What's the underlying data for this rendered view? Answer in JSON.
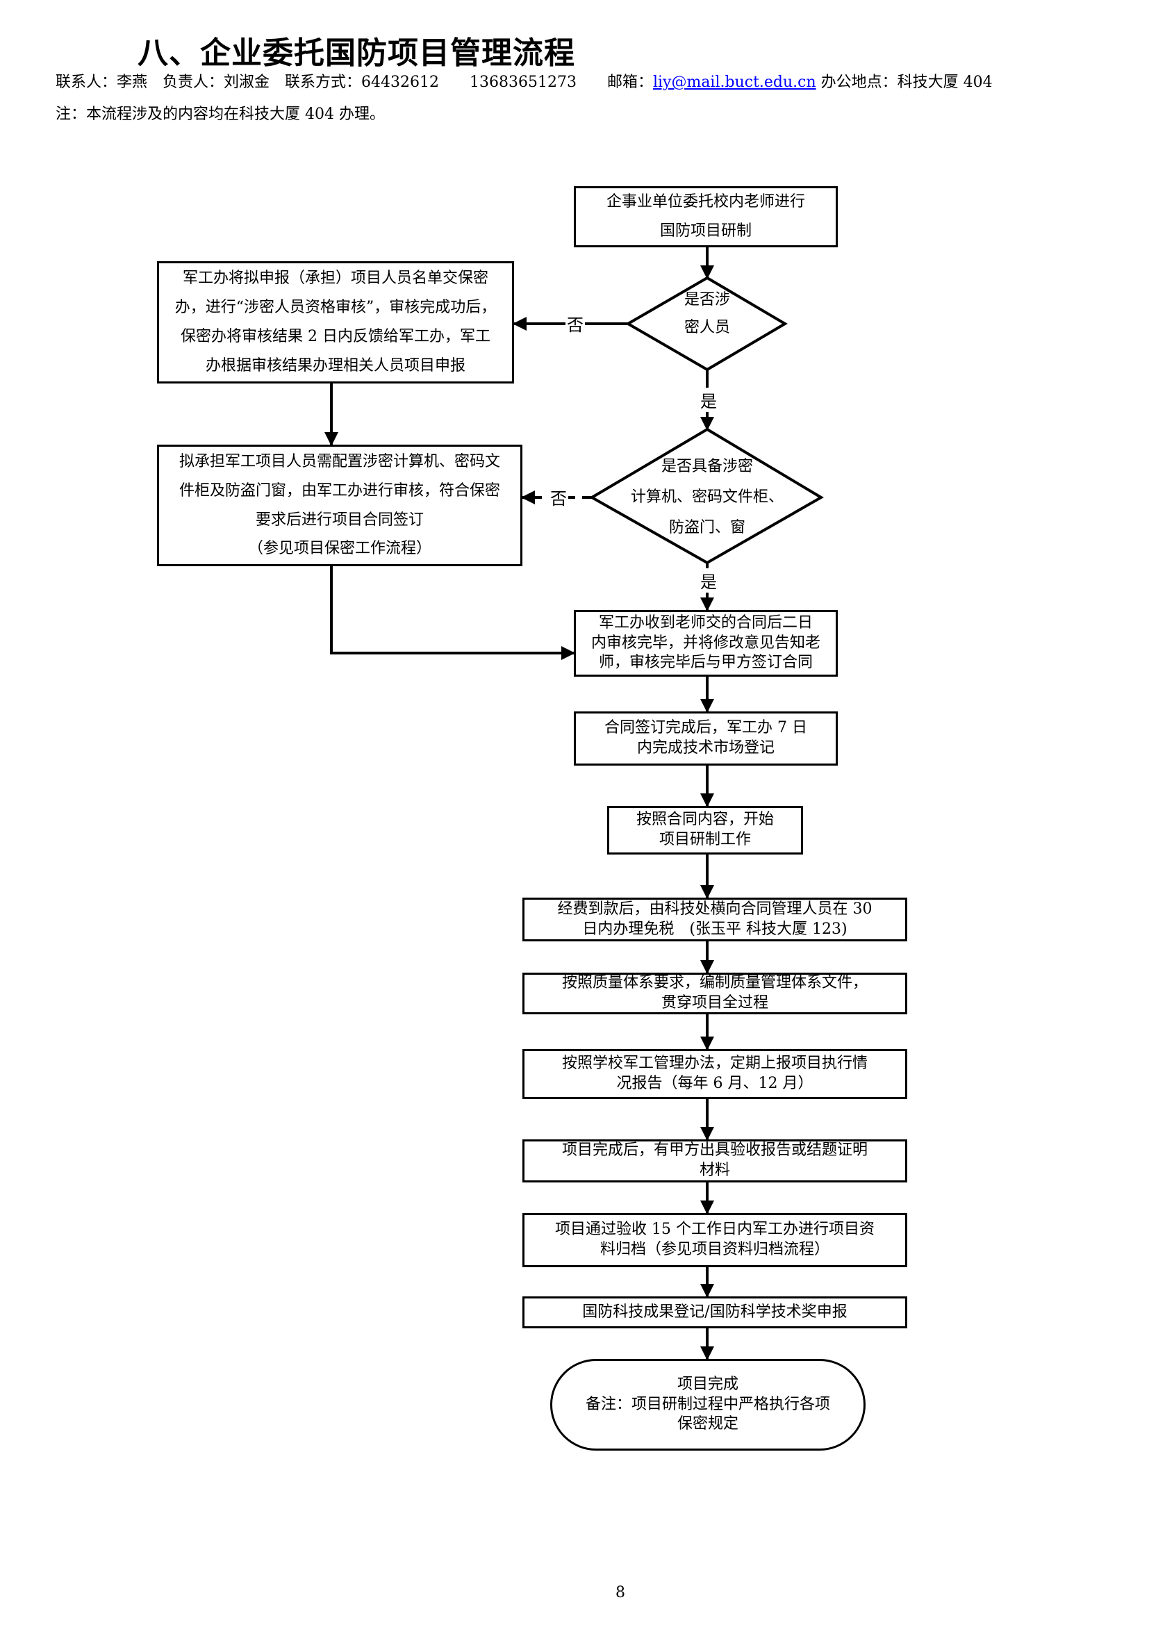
{
  "header": {
    "title": "八、企业委托国防项目管理流程",
    "contact_prefix": "联系人：李燕　负责人：刘淑金　联系方式：64432612　　13683651273　　邮箱：",
    "email": "liy@mail.buct.edu.cn",
    "contact_suffix": " 办公地点：科技大厦 404",
    "note": "注：本流程涉及的内容均在科技大厦 404 办理。"
  },
  "flow": {
    "start": "企事业单位委托校内老师进行\n国防项目研制",
    "decision1": "是否涉\n密人员",
    "decision1_no_label": "否",
    "decision1_yes_label": "是",
    "side1": "军工办将拟申报（承担）项目人员名单交保密\n办，进行“涉密人员资格审核”，审核完成功后，\n保密办将审核结果 2 日内反馈给军工办，军工\n办根据审核结果办理相关人员项目申报",
    "decision2": "是否具备涉密\n计算机、密码文件柜、\n防盗门、窗",
    "decision2_no_label": "否",
    "decision2_yes_label": "是",
    "side2": "拟承担军工项目人员需配置涉密计算机、密码文\n件柜及防盗门窗，由军工办进行审核，符合保密\n要求后进行项目合同签订\n（参见项目保密工作流程）",
    "steps": [
      "军工办收到老师交的合同后二日\n内审核完毕，并将修改意见告知老\n师，审核完毕后与甲方签订合同",
      "合同签订完成后，军工办 7 日\n内完成技术市场登记",
      "按照合同内容，开始\n项目研制工作",
      "经费到款后，由科技处横向合同管理人员在 30\n日内办理免税　(张玉平  科技大厦 123)",
      "按照质量体系要求，编制质量管理体系文件，\n贯穿项目全过程",
      "按照学校军工管理办法，定期上报项目执行情\n况报告（每年 6 月、12 月）",
      "项目完成后，有甲方出具验收报告或结题证明\n材料",
      "项目通过验收 15 个工作日内军工办进行项目资\n料归档（参见项目资料归档流程）",
      "国防科技成果登记/国防科学技术奖申报"
    ],
    "end": "项目完成\n备注：项目研制过程中严格执行各项\n保密规定"
  },
  "footer": {
    "page_number": "8"
  }
}
